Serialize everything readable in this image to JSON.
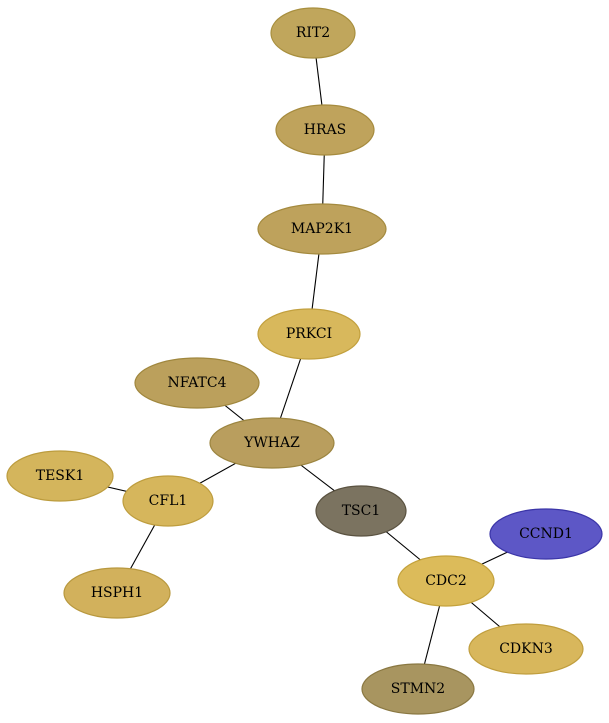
{
  "graph": {
    "nodes": [
      {
        "id": "RIT2",
        "label": "RIT2",
        "fill": "#c0a65c",
        "stroke": "#a88f3e"
      },
      {
        "id": "HRAS",
        "label": "HRAS",
        "fill": "#bfa35c",
        "stroke": "#a68b3e"
      },
      {
        "id": "MAP2K1",
        "label": "MAP2K1",
        "fill": "#bea25c",
        "stroke": "#a48a3e"
      },
      {
        "id": "PRKCI",
        "label": "PRKCI",
        "fill": "#d8b85c",
        "stroke": "#c2a03e"
      },
      {
        "id": "NFATC4",
        "label": "NFATC4",
        "fill": "#bba05c",
        "stroke": "#a0873e"
      },
      {
        "id": "YWHAZ",
        "label": "YWHAZ",
        "fill": "#b99e5e",
        "stroke": "#9c8540"
      },
      {
        "id": "TESK1",
        "label": "TESK1",
        "fill": "#d4b55c",
        "stroke": "#bc9c3e"
      },
      {
        "id": "CFL1",
        "label": "CFL1",
        "fill": "#d6b65c",
        "stroke": "#be9d3e"
      },
      {
        "id": "HSPH1",
        "label": "HSPH1",
        "fill": "#d2b15c",
        "stroke": "#b8983e"
      },
      {
        "id": "TSC1",
        "label": "TSC1",
        "fill": "#7b7360",
        "stroke": "#5a5240"
      },
      {
        "id": "CCND1",
        "label": "CCND1",
        "fill": "#5d57c6",
        "stroke": "#3b35a8"
      },
      {
        "id": "CDC2",
        "label": "CDC2",
        "fill": "#dcbb5a",
        "stroke": "#c4a23c"
      },
      {
        "id": "CDKN3",
        "label": "CDKN3",
        "fill": "#d8b75c",
        "stroke": "#c09e3e"
      },
      {
        "id": "STMN2",
        "label": "STMN2",
        "fill": "#a89560",
        "stroke": "#8a7842"
      }
    ],
    "edges": [
      [
        "RIT2",
        "HRAS"
      ],
      [
        "HRAS",
        "MAP2K1"
      ],
      [
        "MAP2K1",
        "PRKCI"
      ],
      [
        "PRKCI",
        "YWHAZ"
      ],
      [
        "NFATC4",
        "YWHAZ"
      ],
      [
        "YWHAZ",
        "CFL1"
      ],
      [
        "YWHAZ",
        "TSC1"
      ],
      [
        "TESK1",
        "CFL1"
      ],
      [
        "CFL1",
        "HSPH1"
      ],
      [
        "TSC1",
        "CDC2"
      ],
      [
        "CCND1",
        "CDC2"
      ],
      [
        "CDC2",
        "CDKN3"
      ],
      [
        "CDC2",
        "STMN2"
      ]
    ]
  }
}
